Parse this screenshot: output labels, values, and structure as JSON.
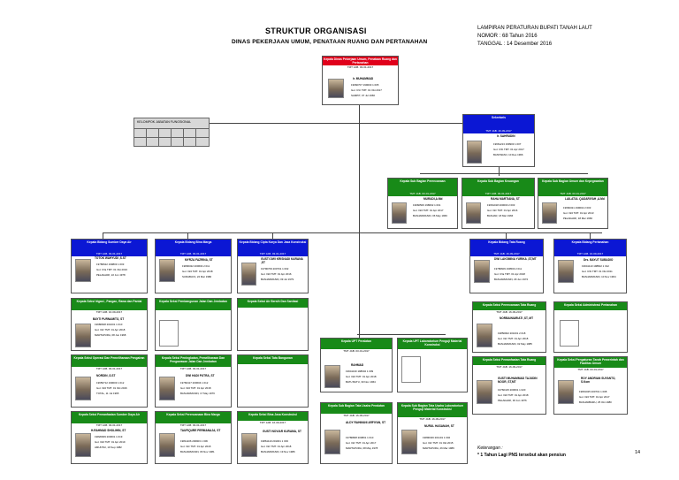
{
  "header": {
    "title": "STRUKTUR ORGANISASI",
    "subtitle": "DINAS PEKERJAAN UMUM, PENATAAN RUANG DAN PERTANAHAN",
    "lampiran": [
      "LAMPIRAN PERATURAN BUPATI  TANAH LAUT",
      "NOMOR   : 68 Tahun 2016",
      "TANGGAL  : 14 Desember 2016"
    ]
  },
  "kepala": {
    "title": "Kepala Dinas Pekerjaan Umum, Penataan Ruang dan Pertanahan",
    "tmt": "TMT JAB. 03-01-2017",
    "name": "Ir. MUHAMMAD",
    "info": [
      "19660707 199003 1 005",
      "Gol. IV/c TMT. 01 Okt 2017",
      "SAMPIT, 07 Jul 1966"
    ]
  },
  "jabfung": {
    "label": "KELOMPOK JABATAN FUNGSIONAL"
  },
  "sekretaris": {
    "title": "Sekretaris",
    "tmt": "TMT JAB. 16-09-2017",
    "name": "Ir. SAHRUDIN",
    "info": [
      "19661213 199903 1 007",
      "Gol. IV/b TMT. 01 Apr 2017",
      "BANTARAN, 10 Des 1966"
    ]
  },
  "subbag": [
    {
      "title": "Kepala Sub Bagian Perencanaan",
      "tmt": "TMT JAB. 03-01-2017",
      "name": "MURADI,A.Md",
      "info": [
        "19660506 198602 1 001",
        "Gol. III/d TMT. 01 Apr 2017",
        "BANJARMASIN, 06 May 1966"
      ]
    },
    {
      "title": "Kepala Sub Bagian Keuangan",
      "tmt": "TMT JAB. 03-01-2017",
      "name": "RAHA MARTIANA, ST",
      "info": [
        "19661018 200003 2 003",
        "Gol. III/c TMT. 01 Apr 2016",
        "BANJAR, 18 Mar 1966"
      ]
    },
    {
      "title": "Kepala Sub Bagian Umum dan Kepegawaian",
      "tmt": "TMT JAB. 03-01-2017",
      "name": "LAILATUL QADARIYAH ,A.Md",
      "info": [
        "19660321 199002 2 003",
        "Gol. III/d TMT. 01 Apr 2013",
        "PELAIHARI, 18 Mar 1966"
      ]
    }
  ],
  "bidang": [
    {
      "title": "Kepala Bidang Sumber Daya Air",
      "tmt": "TMT JAB. 03-01-2017",
      "name": "TOTOK WAHYUDI ,S.ST",
      "info": [
        "19780622 199803 1 003",
        "Gol. IV/a TMT. 01 Okt 2016",
        "PELAIHARI, 22 Jun 1978"
      ]
    },
    {
      "title": "Kepala Bidang Bina Marga",
      "tmt": "TMT JAB. 03-01-2017",
      "name": "MYRZA FAZRINA, ST",
      "info": [
        "19800322 200604 2 011",
        "Gol. III/d TMT. 01 Apr 2018",
        "SURABAYA, 22 Mar 1980"
      ]
    },
    {
      "title": "Kepala Bidang Cipta Karya Dan Jasa Konstruksi",
      "tmt": "TMT JAB. 03-01-2017",
      "name": "GUSTI DWI KRISNADI KARANA ,ST",
      "info": [
        "19790709 200701 1 002",
        "Gol. III/d TMT. 01 Apr 2016",
        "BANJARMASIN, 09 Jul 1979"
      ]
    },
    {
      "title": "Kepala Bidang Tata Ruang",
      "tmt": "TMT JAB. 16-09-2017",
      "name": "DWI LAKSMINA YURIKA ,ST,MT",
      "info": [
        "19780609 199503 2 011",
        "Gol. IV/a TMT. 01 Apr 2018",
        "BANJARMASIN, 29 Jun 1972"
      ]
    },
    {
      "title": "Kepala Bidang Pertanahan",
      "tmt": "TMT JAB. 16-09-2017",
      "name": "Drs. BAYUT SUBADIO",
      "info": [
        "19641110 198602 1 012",
        "Gol. IV/b TMT. 01 Okt 2011",
        "BANJARMASIN, 10 Nov 1964"
      ]
    }
  ],
  "seksi_col1": [
    {
      "title": "Kepala Seksi Irigasi , Pangan, Rawa dan Pantai",
      "tmt": "TMT JAB. 16-09-2017",
      "name": "BAYTI PURNAMITO, ST",
      "info": [
        "19680608 201001 1 010",
        "Gol. III/c TMT. 01 Apr 2018",
        "MARTAPURA, 08 Jun 1968"
      ]
    },
    {
      "title": "Kepala Seksi Operasi Dan Pemeliharaan Pengairan",
      "tmt": "TMT JAB. 03-01-2017",
      "name": "NORDIN ,S.ST",
      "info": [
        "19650712 199003 1 012",
        "Gol. III/d TMT. 01 Okt 2016",
        "TOTAL, 11 Jul 1965"
      ]
    },
    {
      "title": "Kepala Seksi Pemanfaatan Sumber Daya Air",
      "tmt": "TMT JAB. 03-01-2017",
      "name": "H.RAHMAD SHOLIHIN, ST",
      "info": [
        "19820909 200601 1 019",
        "Gol. III/d TMT. 01 Apr 2019",
        "AMUNTAI, 19 Sep 1982"
      ]
    }
  ],
  "seksi_col2": [
    {
      "title": "Kepala Seksi Pembangunan Jalan Dan Jembatan",
      "tmt": "",
      "name": "",
      "info": []
    },
    {
      "title": "Kepala Seksi Peningkatan, Pemeliharaan Dan Pengawasan Jalan Dan Jembatan",
      "tmt": "TMT JAB. 03-01-2017",
      "name": "DWI HADI PUTRA, ST",
      "info": [
        "19760417 200604 1 012",
        "Gol. III/d TMT. 01 Apr 2018",
        "BANJARMASIN, 17 May 1976"
      ]
    },
    {
      "title": "Kepala Seksi Perencanaan Bina Marga",
      "tmt": "TMT JAB. 03-01-2017",
      "name": "TAUFIQURE PERMANAJA, ST",
      "info": [
        "19811106 200903 1 006",
        "Gol. III/c TMT. 01 Apr 2018",
        "BANJARMASIN, 06 Nov 1981"
      ]
    }
  ],
  "seksi_col3": [
    {
      "title": "Kepala Seksi Air Bersih Dan Sanitasi",
      "tmt": "",
      "name": "",
      "info": []
    },
    {
      "title": "Kepala Seksi Tata Bangunan",
      "tmt": "",
      "name": "",
      "info": []
    },
    {
      "title": "Kepala Seksi Bina Jasa Konstruksi",
      "tmt": "TMT JAB. 16-09-2017",
      "name": "GUSTI NOVIAR KURAMA, ST",
      "info": [
        "19861119 201001 1 003",
        "Gol. III/c TMT. 01 Apr 2018",
        "BANJARMASIN, 19 Nov 1986"
      ]
    }
  ],
  "uptd": [
    {
      "title": "Kepala UPT Peralatan",
      "tmt": "TMT JAB. 03-01-2017",
      "name": "RAHMAD",
      "info": [
        "19641130 198602 1 009",
        "Gol. III/d TMT. 01 Apr 2018",
        "BATU BATU, 30 Nov 1964"
      ]
    },
    {
      "title": "Kepala UPT Laboratorium Penguji Material Konstruksi",
      "tmt": "",
      "name": "",
      "info": []
    }
  ],
  "subtu": [
    {
      "title": "Kepala Sub Bagian Tata Usaha Peralatan",
      "tmt": "TMT JAB. 16-09-2017",
      "name": "ALDY RAHMANI ARFIYAN, ST",
      "info": [
        "19780808 200801 1 010",
        "Gol. III/c TMT. 01 Apr 2017",
        "MARTAPURA, 08 May 1978"
      ]
    },
    {
      "title": "Kepala Sub Bagian Tata Usaha Laboratorium Penguji Material Konstruksi",
      "tmt": "TMT JAB. 16-09-2017",
      "name": "NURUL HASANAH, ST",
      "info": [
        "19890326 201101 1 002",
        "Gol. III/c TMT. 01 Okt 2015",
        "MARTAPURA, 26 Mar 1989"
      ]
    }
  ],
  "seksi_col4": [
    {
      "title": "Kepala Seksi Perencanaan Tata Ruang",
      "tmt": "TMT JAB. 16-09-2017",
      "name": "NORBAINIARIATI ,ST, MT",
      "info": [
        "19850902 201001 2 018",
        "Gol. III/c TMT. 01 Apr 2018",
        "BANJARMASIN, 02 May 1985"
      ]
    },
    {
      "title": "Kepala Seksi Pemanfaatan Tata Ruang",
      "tmt": "TMT JAB. 16-09-2017",
      "name": "GUSTI MUHAMMAD TAJUDIN NOOR, ST,MT",
      "info": [
        "19760415 200601 1 020",
        "Gol. III/d TMT. 01 Apr 2018",
        "PELAIHARI, 30 Jun 1976"
      ]
    }
  ],
  "seksi_col5": [
    {
      "title": "Kepala Seksi Administrasi Pertanahan",
      "tmt": "",
      "name": "",
      "info": []
    },
    {
      "title": "Kepala Seksi Pengaturan Tanah Pemerintah dan Fasilitas Umum",
      "tmt": "TMT JAB. 03-01-2017",
      "name": "ROY ANDRIAN SUYANTO, S.Kom",
      "info": [
        "19801025 200701 1 008",
        "Gol. III/d TMT. 01 Apr 2017",
        "BANJARBARU, 25 Okt 1980"
      ]
    }
  ],
  "footer": {
    "ket": "Keterangan :",
    "note": "* 1 Tahun Lagi PNS tersebut akan pensiun",
    "page": "14"
  },
  "colors": {
    "red": "#e0001b",
    "blue": "#0b17d4",
    "green": "#188a18"
  }
}
